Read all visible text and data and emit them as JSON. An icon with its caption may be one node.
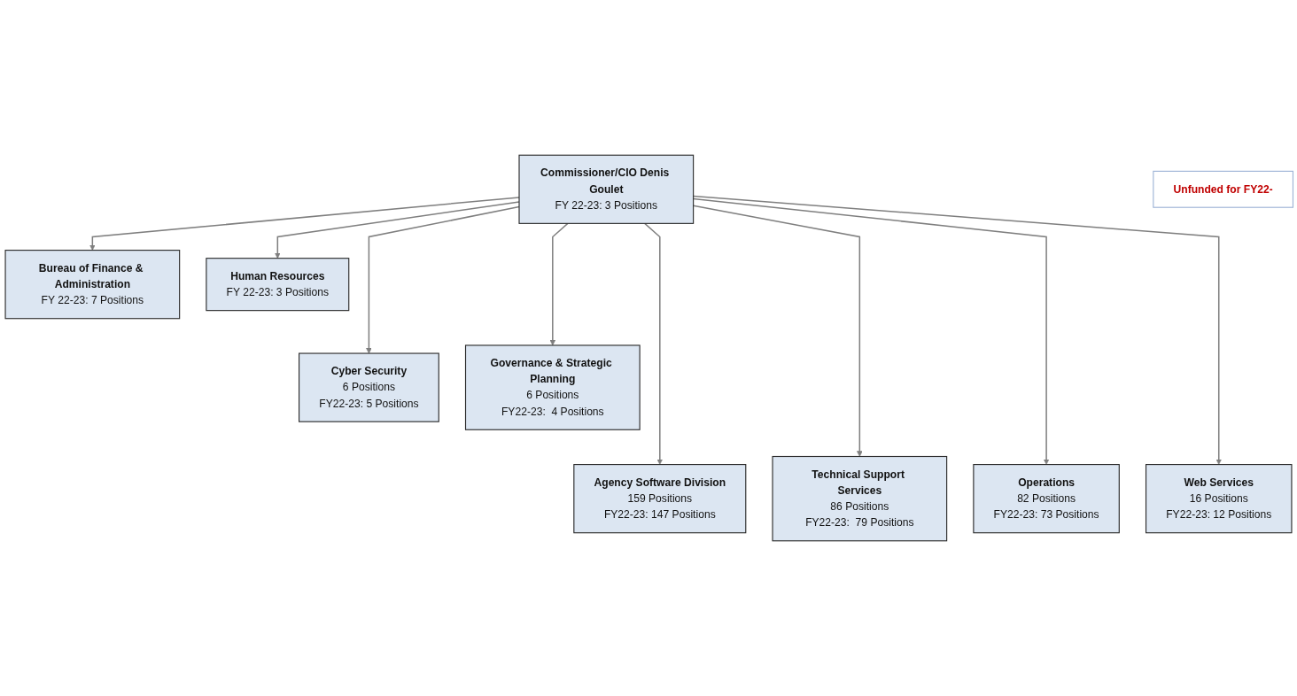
{
  "diagram": {
    "nodes": [
      {
        "text": [
          "Commissioner/CIO Denis Goulet",
          "FY 22-23: 3 Positions"
        ]
      },
      {
        "text": [
          "Bureau of Finance & Administration",
          "FY 22-23: 7 Positions"
        ]
      },
      {
        "text": [
          "Human Resources",
          "FY 22-23: 3 Positions"
        ]
      },
      {
        "text": [
          "Cyber Security",
          "6 Positions",
          "FY22-23:  5 Positions"
        ]
      },
      {
        "text": [
          "Governance & Strategic Planning",
          "6 Positions",
          "FY22-23:  4 Positions"
        ]
      },
      {
        "text": [
          "Agency Software Division",
          "159 Positions",
          "FY22-23:  147 Positions"
        ]
      },
      {
        "text": [
          "Technical Support Services",
          "86 Positions",
          "FY22-23:  79 Positions"
        ]
      },
      {
        "text": [
          "Operations",
          "82 Positions",
          "FY22-23:  73 Positions"
        ]
      },
      {
        "text": [
          "Web Services",
          "16 Positions",
          "FY22-23:  12 Positions"
        ]
      },
      {
        "text": [
          "Unfunded for FY22-"
        ]
      }
    ],
    "edges": [
      {
        "from": 0,
        "to": 1,
        "arrow": "to"
      },
      {
        "from": 0,
        "to": 2,
        "arrow": "to"
      },
      {
        "from": 0,
        "to": 3,
        "arrow": "to"
      },
      {
        "from": 0,
        "to": 4,
        "arrow": "to"
      },
      {
        "from": 0,
        "to": 5,
        "arrow": "to"
      },
      {
        "from": 0,
        "to": 6,
        "arrow": "to"
      },
      {
        "from": 0,
        "to": 7,
        "arrow": "to"
      },
      {
        "from": 0,
        "to": 8,
        "arrow": "to"
      }
    ]
  }
}
